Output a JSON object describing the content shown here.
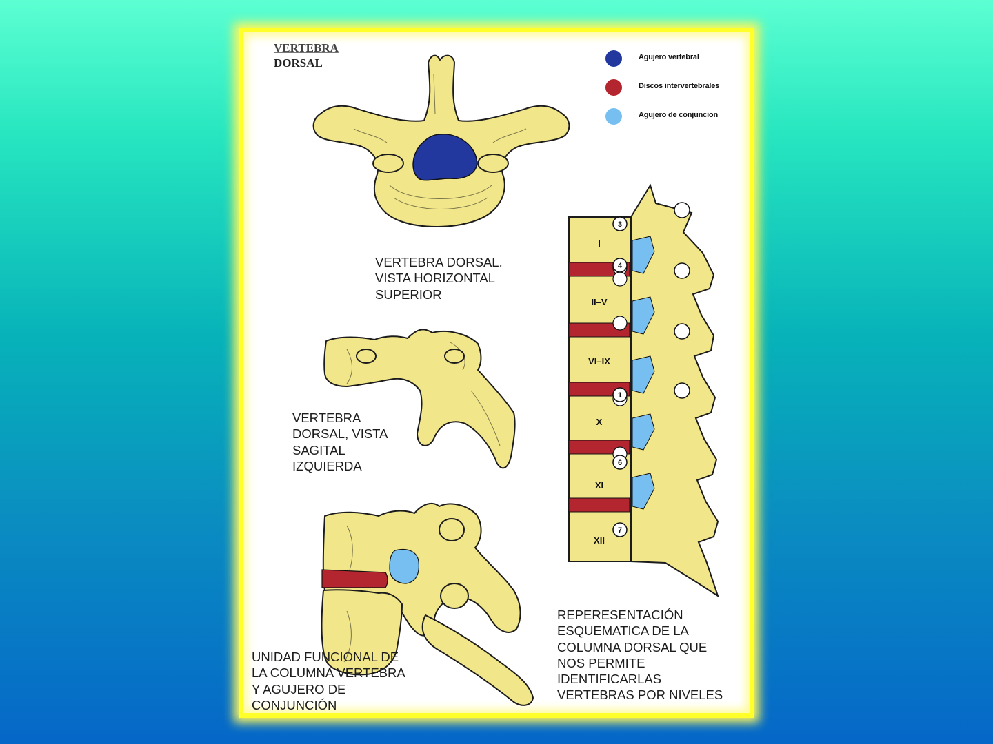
{
  "colors": {
    "bone": "#f2e68a",
    "vertebral_foramen": "#22389e",
    "intervertebral_disc": "#b3262f",
    "conjunction_foramen": "#77bff0",
    "frame": "#ffff2a"
  },
  "title": {
    "line1": "VERTEBRA",
    "line2": "DORSAL"
  },
  "legend": [
    {
      "label": "Agujero vertebral",
      "color": "#22389e"
    },
    {
      "label": "Discos intervertebrales",
      "color": "#b3262f"
    },
    {
      "label": "Agujero de conjuncion",
      "color": "#77bff0"
    }
  ],
  "captions": {
    "top": [
      "VERTEBRA DORSAL.",
      "VISTA HORIZONTAL",
      "SUPERIOR"
    ],
    "sagittal": [
      "VERTEBRA",
      "DORSAL, VISTA",
      "SAGITAL",
      "IZQUIERDA"
    ],
    "functional_unit": [
      "UNIDAD FUNCIONAL DE",
      "LA COLUMNA VERTEBRA",
      "Y AGUJERO DE",
      "CONJUNCIÓN"
    ],
    "schematic": [
      "REPERESENTACIÓN",
      "ESQUEMATICA DE LA",
      "COLUMNA DORSAL QUE",
      "NOS PERMITE",
      "IDENTIFICARLAS",
      "VERTEBRAS POR NIVELES"
    ]
  },
  "schematic": {
    "levels": [
      "I",
      "II–V",
      "VI–IX",
      "X",
      "XI",
      "XII"
    ],
    "markers": [
      "3",
      "1",
      "4",
      "6",
      "7"
    ]
  }
}
